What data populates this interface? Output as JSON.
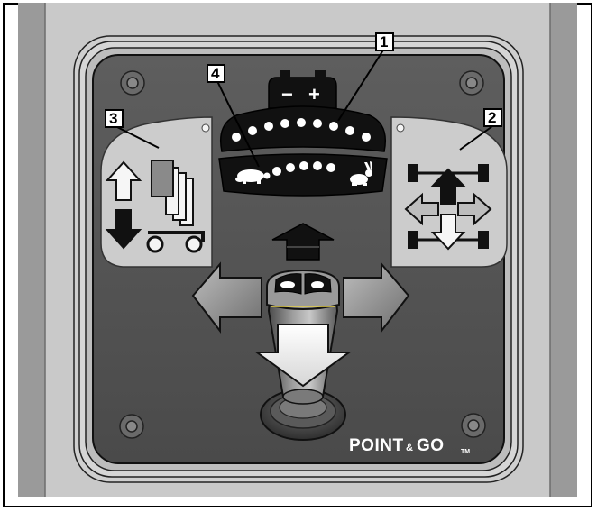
{
  "callouts": [
    {
      "label": "1",
      "part": "battery-and-speed-indicator"
    },
    {
      "label": "2",
      "part": "drive-mode-panel"
    },
    {
      "label": "3",
      "part": "lift-mode-panel"
    },
    {
      "label": "4",
      "part": "speed-range-indicator"
    }
  ],
  "battery": {
    "minus": "−",
    "plus": "+"
  },
  "brand": {
    "name": "POINT",
    "ampersand": "&",
    "word2": "GO",
    "trademark": "TM"
  },
  "colors": {
    "frame_metal": "#b5b5b5",
    "panel": "#5a5a5a",
    "mode_panel": "#c8c8c8",
    "display": "#111111",
    "led": "#ffffff"
  }
}
